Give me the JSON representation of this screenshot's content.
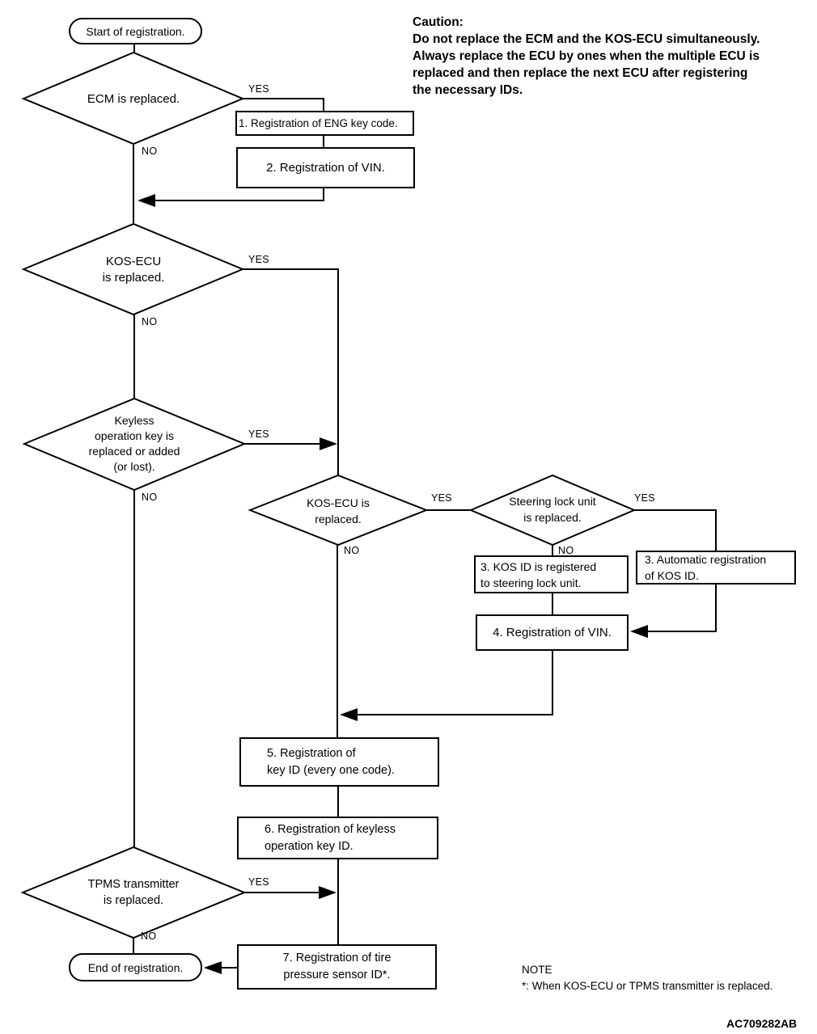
{
  "caution": {
    "title": "Caution:",
    "body": "Do not replace the ECM and the KOS-ECU simultaneously.\nAlways replace the ECU by ones when the multiple ECU is\nreplaced and then replace the next ECU after registering\nthe necessary IDs."
  },
  "flow": {
    "start": "Start of registration.",
    "end": "End of registration.",
    "decisions": {
      "ecm": "ECM is replaced.",
      "kos_ecu_1": "KOS-ECU\nis replaced.",
      "keyless_key": "Keyless\noperation key is\nreplaced or added\n(or lost).",
      "kos_ecu_2": "KOS-ECU is\nreplaced.",
      "steering_lock": "Steering lock unit\nis replaced.",
      "tpms": "TPMS transmitter\nis replaced."
    },
    "steps": {
      "step1": "1. Registration of ENG key code.",
      "step2": "2. Registration of VIN.",
      "step3_no": "3. KOS ID is registered\nto steering lock unit.",
      "step3_yes": "3. Automatic registration\nof KOS ID.",
      "step4": "4. Registration of VIN.",
      "step5": "5. Registration of\nkey ID (every one code).",
      "step6": "6. Registration of keyless\noperation key ID.",
      "step7": "7. Registration of tire\npressure sensor ID*."
    },
    "branch_labels": {
      "yes": "YES",
      "no": "NO"
    }
  },
  "note": {
    "title": "NOTE",
    "body": "*: When KOS-ECU or TPMS transmitter is replaced."
  },
  "figure_code": "AC709282AB",
  "colors": {
    "ink": "#000000",
    "background": "#ffffff"
  }
}
